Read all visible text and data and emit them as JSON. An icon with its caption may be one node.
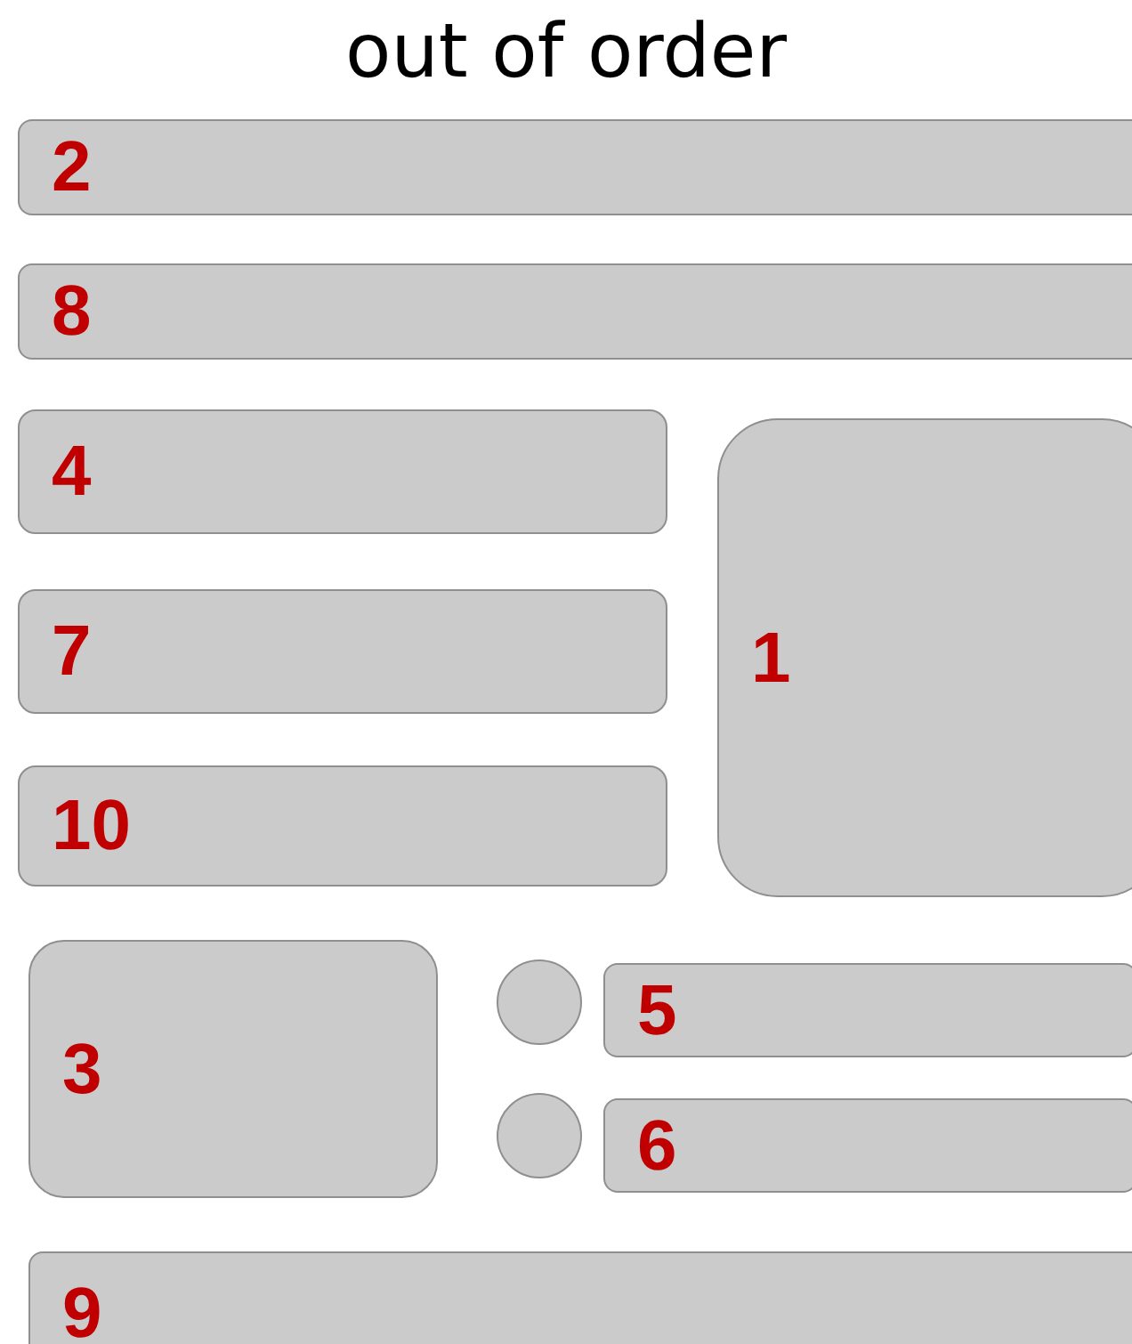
{
  "diagram": {
    "title": "out of order",
    "nodes": [
      {
        "text": [
          "2"
        ]
      },
      {
        "text": [
          "8"
        ]
      },
      {
        "text": [
          "4"
        ]
      },
      {
        "text": [
          "1"
        ]
      },
      {
        "text": [
          "7"
        ]
      },
      {
        "text": [
          "10"
        ]
      },
      {
        "text": [
          "3"
        ]
      },
      {
        "text": [],
        "shape": "circle"
      },
      {
        "text": [
          "5"
        ]
      },
      {
        "text": [],
        "shape": "circle"
      },
      {
        "text": [
          "6"
        ]
      },
      {
        "text": [
          "9"
        ]
      }
    ]
  }
}
